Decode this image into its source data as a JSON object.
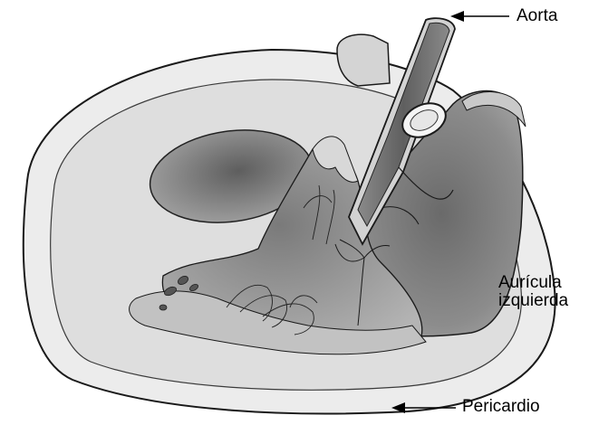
{
  "labels": {
    "aorta": "Aorta",
    "auricula_line1": "Aurícula",
    "auricula_line2": "izquierda",
    "pericardio": "Pericardio"
  },
  "colors": {
    "outline": "#1a1a1a",
    "pericardium_fill": "#e9e9e9",
    "inner_fill": "#dcdcdc",
    "tissue_dark": "#707070",
    "tissue_mid": "#8a8a8a",
    "tissue_light": "#b8b8b8",
    "vessel_wall": "#cfcfcf",
    "vessel_lumen": "#6e6e6e"
  },
  "icons": {
    "arrow": "left-arrow-icon"
  }
}
